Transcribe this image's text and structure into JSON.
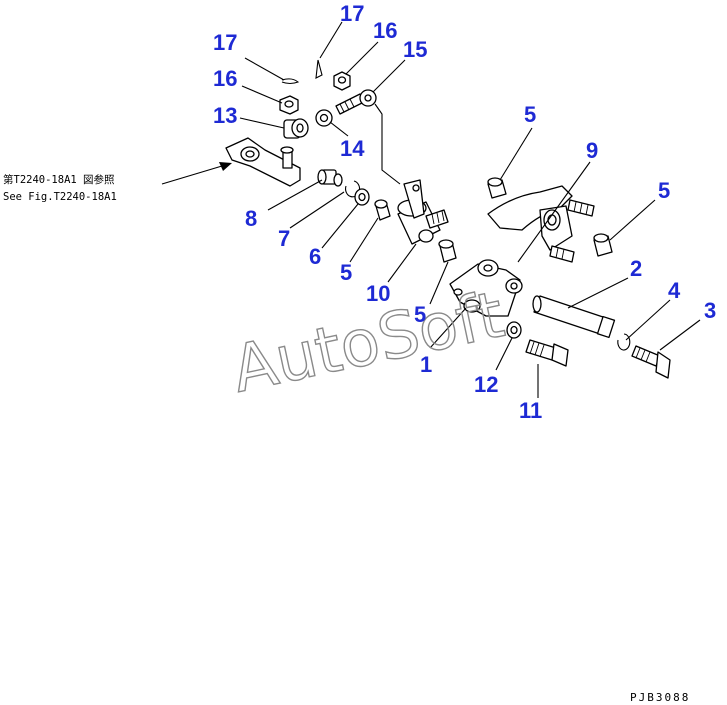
{
  "diagram": {
    "callouts": {
      "c1": "1",
      "c2": "2",
      "c3": "3",
      "c4": "4",
      "c5a": "5",
      "c5b": "5",
      "c5c": "5",
      "c5d": "5",
      "c6": "6",
      "c7": "7",
      "c8": "8",
      "c9": "9",
      "c10": "10",
      "c11": "11",
      "c12": "12",
      "c13": "13",
      "c14": "14",
      "c15": "15",
      "c16a": "16",
      "c16b": "16",
      "c17a": "17",
      "c17b": "17"
    },
    "reference_ja": "第T2240-18A1 図参照",
    "reference_en": "See Fig.T2240-18A1",
    "watermark": "AutoSoft",
    "drawing_code": "PJB3088"
  },
  "colors": {
    "callout": "#1e2ad4",
    "line": "#000000",
    "watermark": "#8a8a8a",
    "background": "#ffffff"
  }
}
